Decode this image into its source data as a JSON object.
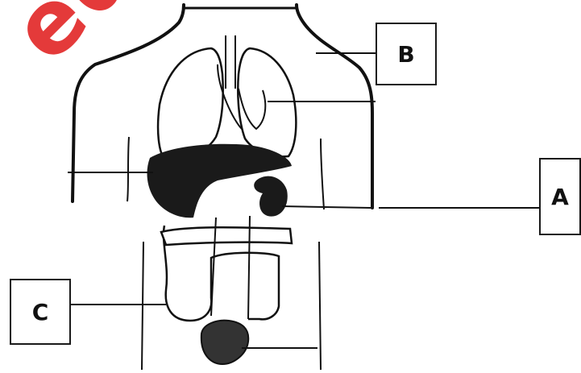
{
  "diagram": {
    "labels": [
      {
        "id": "A",
        "text": "A"
      },
      {
        "id": "B",
        "text": "B"
      },
      {
        "id": "C",
        "text": "C"
      }
    ]
  },
  "watermark": {
    "text": "ed T",
    "color": "#e01818"
  },
  "colors": {
    "ink": "#111111",
    "organ_fill": "#1a1a1a",
    "background": "#ffffff"
  }
}
